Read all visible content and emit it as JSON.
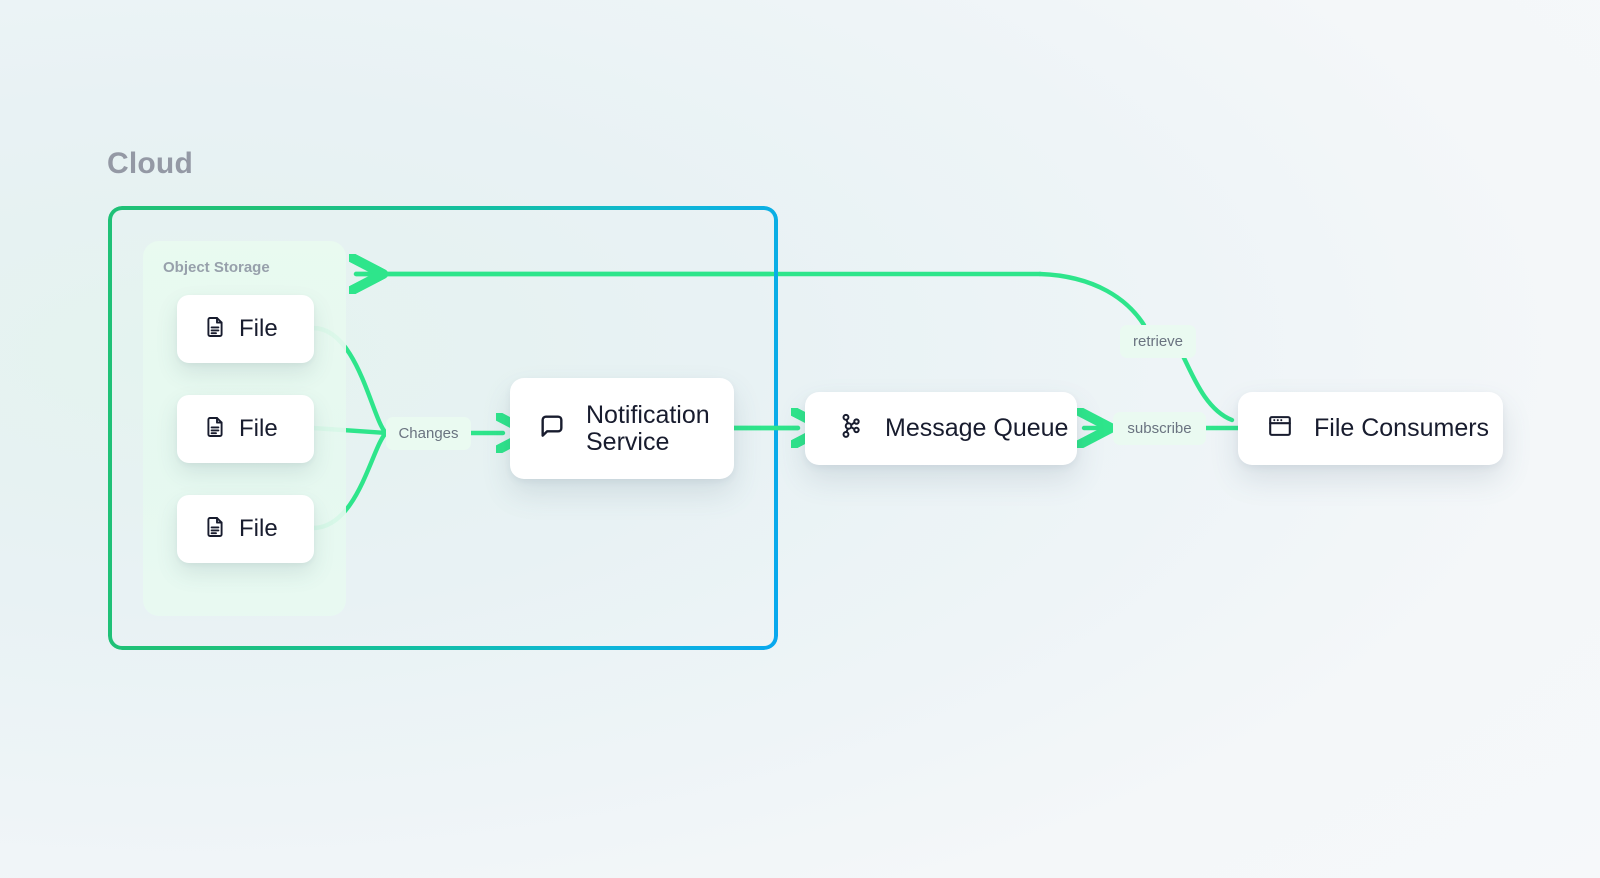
{
  "diagram": {
    "title": "Cloud",
    "groups": [
      {
        "id": "cloud",
        "label": "Cloud"
      },
      {
        "id": "object-storage",
        "label": "Object Storage"
      }
    ],
    "nodes": [
      {
        "id": "file-0",
        "label": "File",
        "icon": "file-document-icon"
      },
      {
        "id": "file-1",
        "label": "File",
        "icon": "file-document-icon"
      },
      {
        "id": "file-2",
        "label": "File",
        "icon": "file-document-icon"
      },
      {
        "id": "notification-service",
        "label_line1": "Notification",
        "label_line2": "Service",
        "icon": "chat-bubble-icon"
      },
      {
        "id": "message-queue",
        "label": "Message Queue",
        "icon": "node-graph-icon"
      },
      {
        "id": "file-consumers",
        "label": "File Consumers",
        "icon": "browser-window-icon"
      }
    ],
    "edge_labels": [
      {
        "id": "changes",
        "label": "Changes"
      },
      {
        "id": "retrieve",
        "label": "retrieve"
      },
      {
        "id": "subscribe",
        "label": "subscribe"
      }
    ],
    "colors": {
      "edge_green": "#2ee58b",
      "boundary_green": "#1fc177",
      "boundary_teal": "#12bfa4",
      "boundary_blue": "#08a8ee",
      "node_text": "#181c2e",
      "muted_text": "#97a0ab",
      "label_chip_bg": "#eafaf1",
      "canvas_bg": "#eef4f7"
    }
  }
}
